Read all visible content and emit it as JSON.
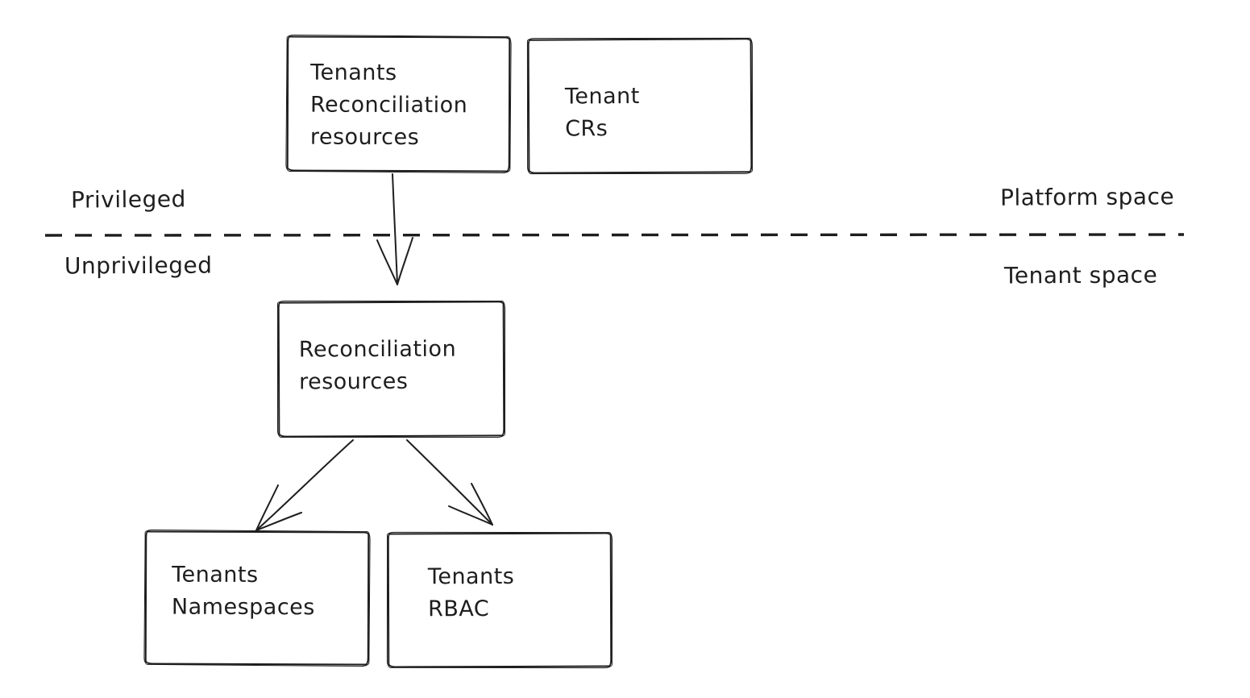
{
  "diagram": {
    "background": "#ffffff",
    "stroke_color": "#1e1e1e",
    "zone_labels": {
      "privileged": "Privileged",
      "unprivileged": "Unprivileged",
      "platform_space": "Platform space",
      "tenant_space": "Tenant space"
    },
    "divider": {
      "style": "dashed",
      "orientation": "horizontal"
    },
    "boxes": [
      {
        "id": "tenants-reconciliation-resources",
        "lines": [
          "Tenants",
          "Reconciliation",
          "resources"
        ]
      },
      {
        "id": "tenant-crs",
        "lines": [
          "Tenant",
          "CRs"
        ]
      },
      {
        "id": "reconciliation-resources",
        "lines": [
          "Reconciliation",
          "resources"
        ]
      },
      {
        "id": "tenants-namespaces",
        "lines": [
          "Tenants",
          "Namespaces"
        ]
      },
      {
        "id": "tenants-rbac",
        "lines": [
          "Tenants",
          "RBAC"
        ]
      }
    ],
    "edges": [
      {
        "from": "tenants-reconciliation-resources",
        "to": "reconciliation-resources"
      },
      {
        "from": "reconciliation-resources",
        "to": "tenants-namespaces"
      },
      {
        "from": "reconciliation-resources",
        "to": "tenants-rbac"
      }
    ]
  }
}
